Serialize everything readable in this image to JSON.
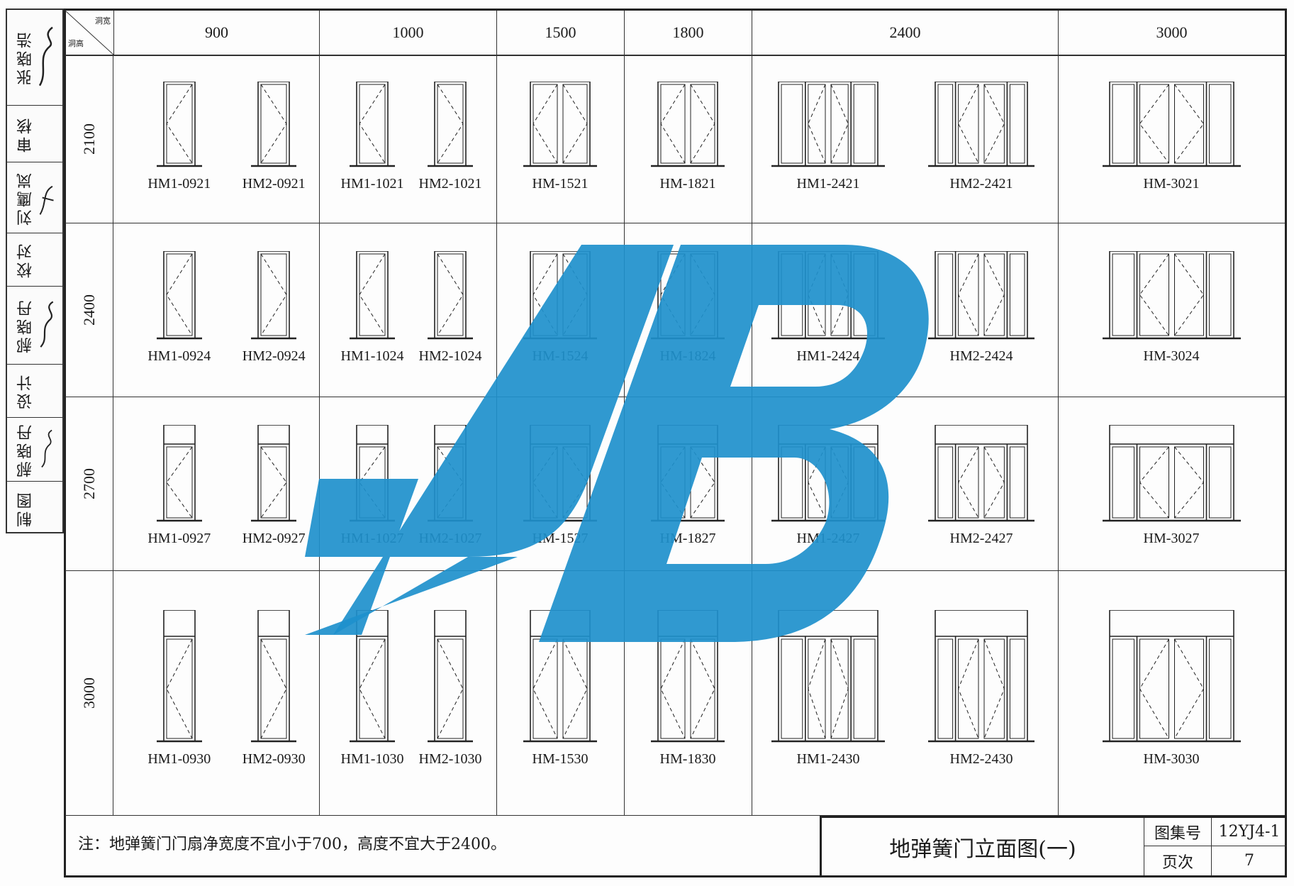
{
  "header": {
    "corner_width": "洞宽",
    "corner_height": "洞高",
    "widths": [
      "900",
      "1000",
      "1500",
      "1800",
      "2400",
      "3000"
    ]
  },
  "rows": [
    {
      "height": "2100",
      "codes": [
        "HM1-0921",
        "HM2-0921",
        "HM1-1021",
        "HM2-1021",
        "HM-1521",
        "HM-1821",
        "HM1-2421",
        "HM2-2421",
        "HM-3021"
      ]
    },
    {
      "height": "2400",
      "codes": [
        "HM1-0924",
        "HM2-0924",
        "HM1-1024",
        "HM2-1024",
        "HM-1524",
        "HM-1824",
        "HM1-2424",
        "HM2-2424",
        "HM-3024"
      ]
    },
    {
      "height": "2700",
      "codes": [
        "HM1-0927",
        "HM2-0927",
        "HM1-1027",
        "HM2-1027",
        "HM-1527",
        "HM-1827",
        "HM1-2427",
        "HM2-2427",
        "HM-3027"
      ]
    },
    {
      "height": "3000",
      "codes": [
        "HM1-0930",
        "HM2-0930",
        "HM1-1030",
        "HM2-1030",
        "HM-1530",
        "HM-1830",
        "HM1-2430",
        "HM2-2430",
        "HM-3030"
      ]
    }
  ],
  "note": "注：地弹簧门门扇净宽度不宜小于700，高度不宜大于2400。",
  "title_block": {
    "title": "地弹簧门立面图(一)",
    "atlas_label": "图集号",
    "atlas_no": "12YJ4-1",
    "page_label": "页次",
    "page_no": "7"
  },
  "signatures": [
    {
      "role": "审核",
      "name": "张晓浩"
    },
    {
      "role": "校对",
      "name": "刘鹰岚"
    },
    {
      "role": "设计",
      "name": "郝晓丹"
    },
    {
      "role": "制图",
      "name": "郝晓丹"
    }
  ],
  "colors": {
    "line": "#222222",
    "watermark": "#1e90cc"
  },
  "watermark_text": "JB"
}
